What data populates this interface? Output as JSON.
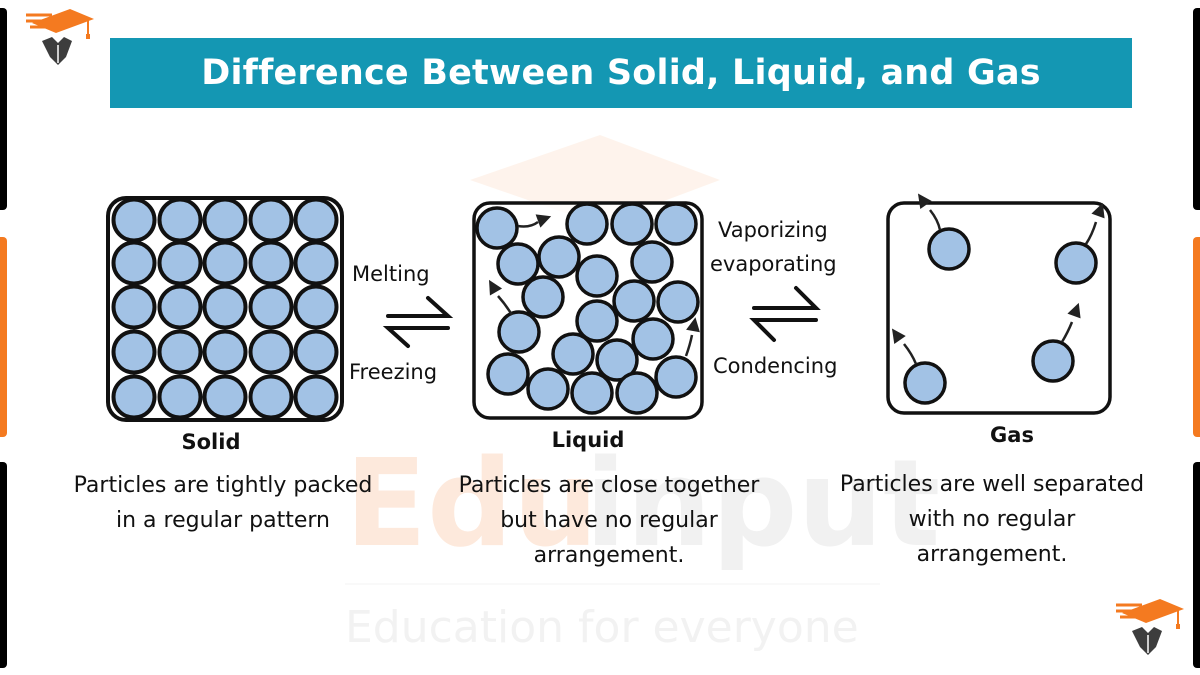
{
  "title": "Difference Between Solid, Liquid, and Gas",
  "colors": {
    "title_bg": "#1497b3",
    "particle_fill": "#a2c2e5",
    "outline": "#111111",
    "accent_orange": "#f47a20",
    "edge_black": "#000000",
    "logo_dark": "#3d3d3d",
    "watermark_orange": "#fde9dc",
    "watermark_gray": "#f1f1f1"
  },
  "watermark": {
    "brand_part1": "Edu",
    "brand_part2": "input",
    "tagline": "Education for everyone"
  },
  "logos": [
    {
      "name": "brand-logo-top-left",
      "icon": "graduation-cap-pen-nib-icon"
    },
    {
      "name": "brand-logo-bottom-right",
      "icon": "graduation-cap-pen-nib-icon"
    }
  ],
  "states": [
    {
      "id": "solid",
      "name": "Solid",
      "description_lines": [
        "Particles are tightly packed",
        "in a regular pattern"
      ],
      "particle_count": 25
    },
    {
      "id": "liquid",
      "name": "Liquid",
      "description_lines": [
        "Particles are close together",
        "but have no regular",
        "arrangement."
      ],
      "particle_count": 21
    },
    {
      "id": "gas",
      "name": "Gas",
      "description_lines": [
        "Particles are well separated",
        "with no regular",
        "arrangement."
      ],
      "particle_count": 4
    }
  ],
  "transitions": [
    {
      "from": "solid",
      "to": "liquid",
      "forward_label": "Melting",
      "reverse_label": "Freezing",
      "icon": "equilibrium-arrows-icon"
    },
    {
      "from": "liquid",
      "to": "gas",
      "forward_label_lines": [
        "Vaporizing",
        "evaporating"
      ],
      "reverse_label": "Condencing",
      "icon": "equilibrium-arrows-icon"
    }
  ]
}
